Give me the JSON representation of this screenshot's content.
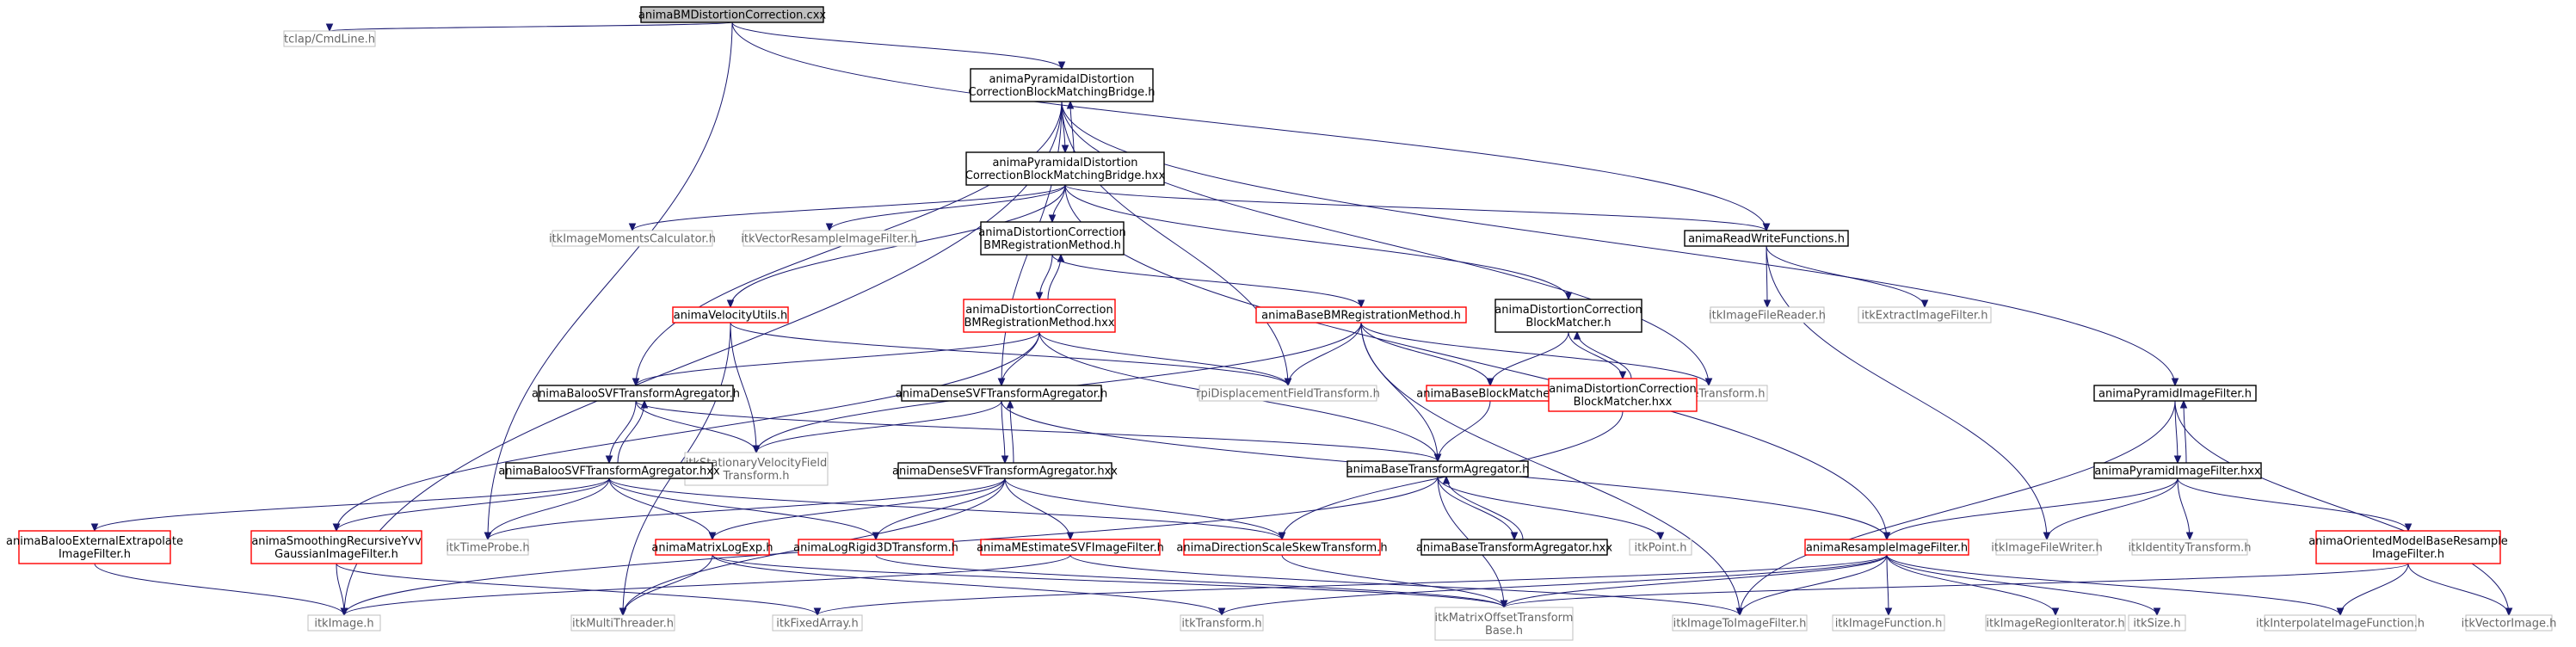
{
  "colors": {
    "edge": "#191970",
    "box_documented": "#000000",
    "box_undocumented": "#bfbfbf",
    "box_truncated": "#ff0000",
    "root_fill": "#bfbfbf"
  },
  "nodes": [
    {
      "id": "n0",
      "kind": "root",
      "lines": [
        "animaBMDistortionCorrection.cxx"
      ]
    },
    {
      "id": "n1",
      "kind": "grey",
      "lines": [
        "tclap/CmdLine.h"
      ]
    },
    {
      "id": "n2",
      "kind": "black",
      "lines": [
        "animaPyramidalDistortion",
        "CorrectionBlockMatchingBridge.h"
      ]
    },
    {
      "id": "n3",
      "kind": "black",
      "lines": [
        "animaPyramidalDistortion",
        "CorrectionBlockMatchingBridge.hxx"
      ]
    },
    {
      "id": "n4",
      "kind": "grey",
      "lines": [
        "itkImageMomentsCalculator.h"
      ]
    },
    {
      "id": "n5",
      "kind": "grey",
      "lines": [
        "itkVectorResampleImageFilter.h"
      ]
    },
    {
      "id": "n6",
      "kind": "black",
      "lines": [
        "animaDistortionCorrection",
        "BMRegistrationMethod.h"
      ]
    },
    {
      "id": "n7",
      "kind": "red",
      "lines": [
        "animaDistortionCorrection",
        "BMRegistrationMethod.hxx"
      ]
    },
    {
      "id": "n8",
      "kind": "red",
      "lines": [
        "animaVelocityUtils.h"
      ]
    },
    {
      "id": "n9",
      "kind": "black",
      "lines": [
        "animaReadWriteFunctions.h"
      ]
    },
    {
      "id": "n10",
      "kind": "grey",
      "lines": [
        "itkImageFileReader.h"
      ]
    },
    {
      "id": "n11",
      "kind": "grey",
      "lines": [
        "itkExtractImageFilter.h"
      ]
    },
    {
      "id": "n12",
      "kind": "red",
      "lines": [
        "animaBaseBMRegistrationMethod.h"
      ]
    },
    {
      "id": "n13",
      "kind": "black",
      "lines": [
        "animaDistortionCorrection",
        "BlockMatcher.h"
      ]
    },
    {
      "id": "n14",
      "kind": "grey",
      "lines": [
        "rpiDisplacementFieldTransform.h"
      ]
    },
    {
      "id": "n15",
      "kind": "red",
      "lines": [
        "animaBaseBlockMatcher.h"
      ]
    },
    {
      "id": "n16",
      "kind": "grey",
      "lines": [
        "itkAffineTransform.h"
      ]
    },
    {
      "id": "n17",
      "kind": "red",
      "lines": [
        "animaDistortionCorrection",
        "BlockMatcher.hxx"
      ]
    },
    {
      "id": "n18",
      "kind": "black",
      "lines": [
        "animaBalooSVFTransformAgregator.h"
      ]
    },
    {
      "id": "n19",
      "kind": "black",
      "lines": [
        "animaDenseSVFTransformAgregator.h"
      ]
    },
    {
      "id": "n20",
      "kind": "grey",
      "lines": [
        "itkStationaryVelocityField",
        "Transform.h"
      ]
    },
    {
      "id": "n21",
      "kind": "black",
      "lines": [
        "animaBalooSVFTransformAgregator.hxx"
      ]
    },
    {
      "id": "n22",
      "kind": "black",
      "lines": [
        "animaDenseSVFTransformAgregator.hxx"
      ]
    },
    {
      "id": "n23",
      "kind": "black",
      "lines": [
        "animaBaseTransformAgregator.h"
      ]
    },
    {
      "id": "n24",
      "kind": "black",
      "lines": [
        "animaPyramidImageFilter.h"
      ]
    },
    {
      "id": "n25",
      "kind": "black",
      "lines": [
        "animaPyramidImageFilter.hxx"
      ]
    },
    {
      "id": "n26",
      "kind": "red",
      "lines": [
        "animaBalooExternalExtrapolate",
        "ImageFilter.h"
      ]
    },
    {
      "id": "n27",
      "kind": "red",
      "lines": [
        "animaSmoothingRecursiveYvv",
        "GaussianImageFilter.h"
      ]
    },
    {
      "id": "n28",
      "kind": "grey",
      "lines": [
        "itkTimeProbe.h"
      ]
    },
    {
      "id": "n29",
      "kind": "red",
      "lines": [
        "animaMatrixLogExp.h"
      ]
    },
    {
      "id": "n30",
      "kind": "red",
      "lines": [
        "animaLogRigid3DTransform.h"
      ]
    },
    {
      "id": "n31",
      "kind": "red",
      "lines": [
        "animaMEstimateSVFImageFilter.h"
      ]
    },
    {
      "id": "n32",
      "kind": "red",
      "lines": [
        "animaDirectionScaleSkewTransform.h"
      ]
    },
    {
      "id": "n33",
      "kind": "black",
      "lines": [
        "animaBaseTransformAgregator.hxx"
      ]
    },
    {
      "id": "n34",
      "kind": "grey",
      "lines": [
        "itkPoint.h"
      ]
    },
    {
      "id": "n35",
      "kind": "red",
      "lines": [
        "animaResampleImageFilter.h"
      ]
    },
    {
      "id": "n36",
      "kind": "grey",
      "lines": [
        "itkImageFileWriter.h"
      ]
    },
    {
      "id": "n37",
      "kind": "grey",
      "lines": [
        "itkIdentityTransform.h"
      ]
    },
    {
      "id": "n38",
      "kind": "red",
      "lines": [
        "animaOrientedModelBaseResample",
        "ImageFilter.h"
      ]
    },
    {
      "id": "n39",
      "kind": "grey",
      "lines": [
        "itkImage.h"
      ]
    },
    {
      "id": "n40",
      "kind": "grey",
      "lines": [
        "itkMultiThreader.h"
      ]
    },
    {
      "id": "n41",
      "kind": "grey",
      "lines": [
        "itkFixedArray.h"
      ]
    },
    {
      "id": "n42",
      "kind": "grey",
      "lines": [
        "itkTransform.h"
      ]
    },
    {
      "id": "n43",
      "kind": "grey",
      "lines": [
        "itkMatrixOffsetTransform",
        "Base.h"
      ]
    },
    {
      "id": "n44",
      "kind": "grey",
      "lines": [
        "itkImageToImageFilter.h"
      ]
    },
    {
      "id": "n45",
      "kind": "grey",
      "lines": [
        "itkImageFunction.h"
      ]
    },
    {
      "id": "n46",
      "kind": "grey",
      "lines": [
        "itkImageRegionIterator.h"
      ]
    },
    {
      "id": "n47",
      "kind": "grey",
      "lines": [
        "itkSize.h"
      ]
    },
    {
      "id": "n48",
      "kind": "grey",
      "lines": [
        "itkInterpolateImageFunction.h"
      ]
    },
    {
      "id": "n49",
      "kind": "grey",
      "lines": [
        "itkVectorImage.h"
      ]
    }
  ],
  "edges": [
    [
      "n0",
      "n1"
    ],
    [
      "n0",
      "n2"
    ],
    [
      "n0",
      "n9"
    ],
    [
      "n0",
      "n28"
    ],
    [
      "n2",
      "n3"
    ],
    [
      "n3",
      "n2"
    ],
    [
      "n2",
      "n18"
    ],
    [
      "n2",
      "n19"
    ],
    [
      "n2",
      "n14"
    ],
    [
      "n2",
      "n24"
    ],
    [
      "n2",
      "n16"
    ],
    [
      "n2",
      "n39"
    ],
    [
      "n3",
      "n4"
    ],
    [
      "n3",
      "n5"
    ],
    [
      "n3",
      "n6"
    ],
    [
      "n3",
      "n8"
    ],
    [
      "n3",
      "n9"
    ],
    [
      "n3",
      "n13"
    ],
    [
      "n3",
      "n35"
    ],
    [
      "n6",
      "n7"
    ],
    [
      "n7",
      "n6"
    ],
    [
      "n6",
      "n12"
    ],
    [
      "n7",
      "n18"
    ],
    [
      "n7",
      "n19"
    ],
    [
      "n7",
      "n23"
    ],
    [
      "n7",
      "n14"
    ],
    [
      "n7",
      "n27"
    ],
    [
      "n8",
      "n20"
    ],
    [
      "n8",
      "n14"
    ],
    [
      "n8",
      "n40"
    ],
    [
      "n9",
      "n10"
    ],
    [
      "n9",
      "n11"
    ],
    [
      "n9",
      "n36"
    ],
    [
      "n12",
      "n14"
    ],
    [
      "n12",
      "n15"
    ],
    [
      "n12",
      "n16"
    ],
    [
      "n12",
      "n20"
    ],
    [
      "n12",
      "n23"
    ],
    [
      "n12",
      "n44"
    ],
    [
      "n13",
      "n15"
    ],
    [
      "n13",
      "n17"
    ],
    [
      "n17",
      "n13"
    ],
    [
      "n17",
      "n32"
    ],
    [
      "n15",
      "n23"
    ],
    [
      "n18",
      "n21"
    ],
    [
      "n21",
      "n18"
    ],
    [
      "n18",
      "n20"
    ],
    [
      "n18",
      "n23"
    ],
    [
      "n19",
      "n22"
    ],
    [
      "n22",
      "n19"
    ],
    [
      "n19",
      "n20"
    ],
    [
      "n19",
      "n35"
    ],
    [
      "n21",
      "n26"
    ],
    [
      "n21",
      "n27"
    ],
    [
      "n21",
      "n28"
    ],
    [
      "n21",
      "n29"
    ],
    [
      "n21",
      "n30"
    ],
    [
      "n21",
      "n32"
    ],
    [
      "n22",
      "n28"
    ],
    [
      "n22",
      "n29"
    ],
    [
      "n22",
      "n30"
    ],
    [
      "n22",
      "n31"
    ],
    [
      "n22",
      "n32"
    ],
    [
      "n22",
      "n40"
    ],
    [
      "n23",
      "n33"
    ],
    [
      "n33",
      "n23"
    ],
    [
      "n23",
      "n34"
    ],
    [
      "n23",
      "n39"
    ],
    [
      "n23",
      "n43"
    ],
    [
      "n24",
      "n25"
    ],
    [
      "n25",
      "n24"
    ],
    [
      "n24",
      "n44"
    ],
    [
      "n24",
      "n49"
    ],
    [
      "n25",
      "n35"
    ],
    [
      "n25",
      "n36"
    ],
    [
      "n25",
      "n37"
    ],
    [
      "n25",
      "n38"
    ],
    [
      "n26",
      "n39"
    ],
    [
      "n27",
      "n39"
    ],
    [
      "n27",
      "n41"
    ],
    [
      "n29",
      "n40"
    ],
    [
      "n29",
      "n42"
    ],
    [
      "n29",
      "n43"
    ],
    [
      "n30",
      "n43"
    ],
    [
      "n31",
      "n39"
    ],
    [
      "n31",
      "n44"
    ],
    [
      "n32",
      "n43"
    ],
    [
      "n35",
      "n41"
    ],
    [
      "n35",
      "n42"
    ],
    [
      "n35",
      "n43"
    ],
    [
      "n35",
      "n44"
    ],
    [
      "n35",
      "n45"
    ],
    [
      "n35",
      "n46"
    ],
    [
      "n35",
      "n47"
    ],
    [
      "n35",
      "n48"
    ],
    [
      "n38",
      "n43"
    ],
    [
      "n38",
      "n48"
    ],
    [
      "n38",
      "n49"
    ]
  ]
}
